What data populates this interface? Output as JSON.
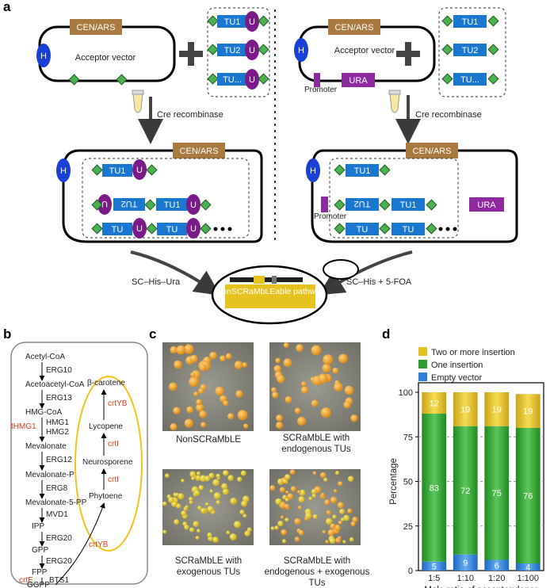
{
  "panel_a": {
    "letter": "a",
    "left": {
      "cen": "CEN/ARS",
      "h": "H",
      "vector": "Acceptor vector",
      "tus": [
        "TU1",
        "TU2",
        "TU..."
      ],
      "u": "U",
      "enzyme": "Cre recombinase",
      "product_tus": [
        "TU1",
        "TU2",
        "TU1",
        "TU",
        "TU"
      ],
      "condition": "SC–His–Ura"
    },
    "right": {
      "cen": "CEN/ARS",
      "h": "H",
      "vector": "Acceptor vector",
      "promoter": "Promoter",
      "ura": "URA",
      "tus": [
        "TU1",
        "TU2",
        "TU..."
      ],
      "enzyme": "Cre recombinase",
      "product_tus": [
        "TU1",
        "TU2",
        "TU1",
        "TU",
        "TU"
      ],
      "promoter2": "Promoter",
      "ura2": "URA",
      "condition": "SC–His + 5-FOA"
    },
    "result": "NonSCRaMbLEable pathway"
  },
  "panel_b": {
    "letter": "b",
    "metabolites": [
      "Acetyl-CoA",
      "Acetoacetyl-CoA",
      "HMG-CoA",
      "Mevalonate",
      "Mevalonate-P",
      "Mevalonate-5-PP",
      "IPP",
      "GPP",
      "FPP",
      "GGPP"
    ],
    "enzymes": [
      "ERG10",
      "ERG13",
      "HMG1",
      "HMG2",
      "ERG12",
      "ERG8",
      "MVD1",
      "ERG20",
      "ERG20",
      "BTS1"
    ],
    "red_enzymes": [
      "tHMG1",
      "crtE"
    ],
    "carotenoids": [
      "β-carotene",
      "Lycopene",
      "Neurosporene",
      "Phytoene"
    ],
    "carotenoid_enzymes": [
      "crtYB",
      "crtI",
      "crtI",
      "crtYB"
    ]
  },
  "panel_c": {
    "letter": "c",
    "captions": [
      "NonSCRaMbLE",
      "SCRaMbLE with endogenous TUs",
      "SCRaMbLE with exogenous TUs",
      "SCRaMbLE with endogenous + exogenous TUs"
    ]
  },
  "panel_d": {
    "letter": "d"
  },
  "chart_data": {
    "type": "bar",
    "stacked": true,
    "categories": [
      "1:5",
      "1:10",
      "1:20",
      "1:100"
    ],
    "series": [
      {
        "name": "Empty vector",
        "values": [
          5,
          9,
          6,
          4
        ],
        "color": "#2f7fd6"
      },
      {
        "name": "One insertion",
        "values": [
          83,
          72,
          75,
          76
        ],
        "color": "#2e9f2e"
      },
      {
        "name": "Two or more insertion",
        "values": [
          12,
          19,
          19,
          19
        ],
        "color": "#e6c21f"
      }
    ],
    "legend_order": [
      "Two or more insertion",
      "One insertion",
      "Empty vector"
    ],
    "xlabel": "Mole ratio of acceptor:donor",
    "ylabel": "Percentage",
    "ylim": [
      0,
      100
    ],
    "yticks": [
      0,
      25,
      50,
      75,
      100
    ],
    "grid": "dashed horizontal",
    "legend": "top"
  }
}
